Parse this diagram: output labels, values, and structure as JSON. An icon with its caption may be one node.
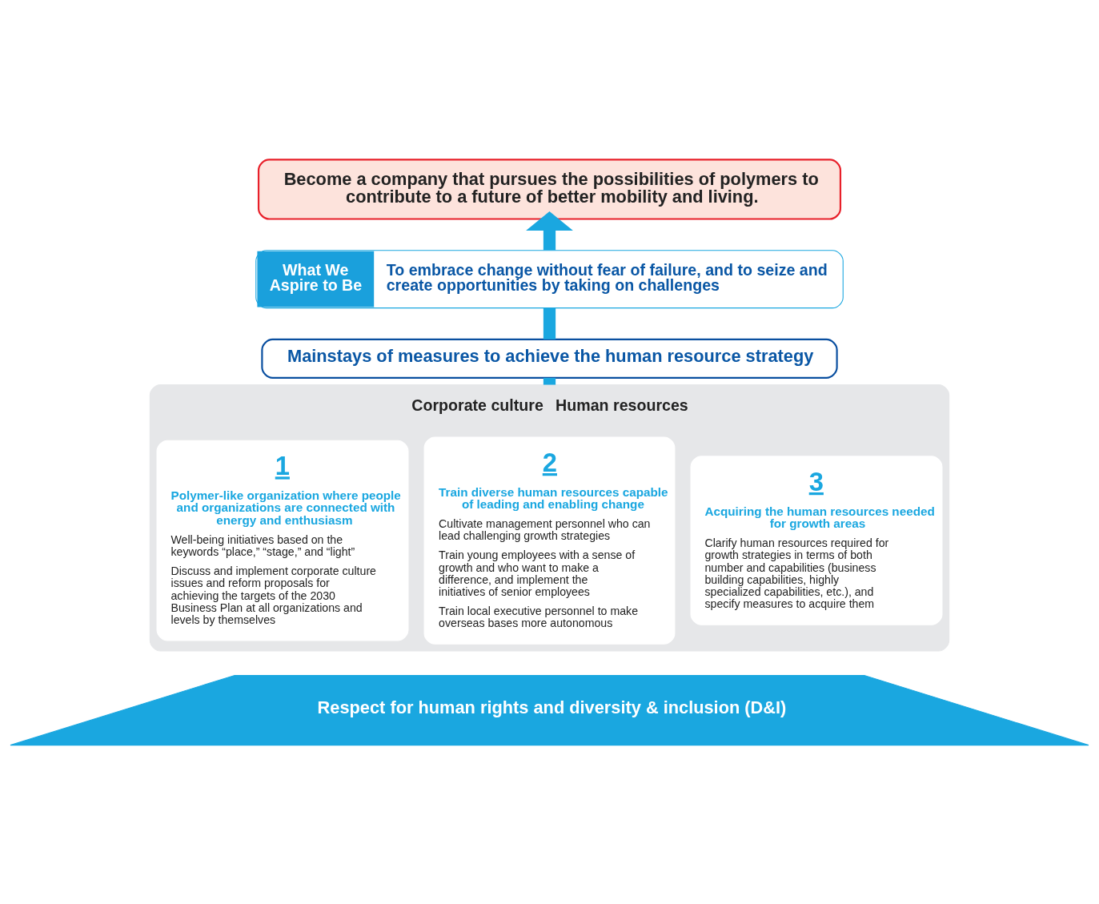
{
  "diagram": {
    "nodes": [
      {
        "text": [
          "Become a company that pursues the possibilities of polymers to contribute to a future of better mobility and living."
        ]
      },
      {
        "text": [
          "What We Aspire to Be",
          "To embrace change without fear of failure, and to seize and create opportunities by taking on challenges"
        ]
      },
      {
        "text": [
          "Mainstays of measures to achieve the human resource strategy"
        ]
      },
      {
        "text": [
          "Corporate culture",
          "Human resources"
        ]
      },
      {
        "text": [
          "1",
          "Polymer-like organization where people and organizations are connected with energy and enthusiasm",
          "Well-being initiatives based on the keywords “place,” “stage,” and “light”",
          "Discuss and implement corporate culture issues and reform proposals for achieving the targets of the 2030 Business Plan at all organizations and levels by themselves"
        ],
        "in": 3
      },
      {
        "text": [
          "2",
          "Train diverse human resources capable of leading and enabling change",
          "Cultivate management personnel who can lead challenging growth strategies",
          "Train young employees with a sense of growth and who want to make a difference, and implement the initiatives of senior employees",
          "Train local executive personnel to make overseas bases more autonomous"
        ],
        "in": 3
      },
      {
        "text": [
          "3",
          "Acquiring the human resources needed for growth areas",
          "Clarify human resources required for growth strategies in terms of both number and capabilities (business building capabilities, highly specialized capabilities, etc.), and specify measures to acquire them"
        ],
        "in": 3
      },
      {
        "text": [
          "Respect for human rights and diversity & inclusion (D&I)"
        ]
      }
    ],
    "edges": [
      {
        "from": 3,
        "to": 2,
        "arrow": "none"
      },
      {
        "from": 2,
        "to": 1,
        "arrow": "none"
      },
      {
        "from": 1,
        "to": 0,
        "arrow": "to"
      }
    ]
  }
}
